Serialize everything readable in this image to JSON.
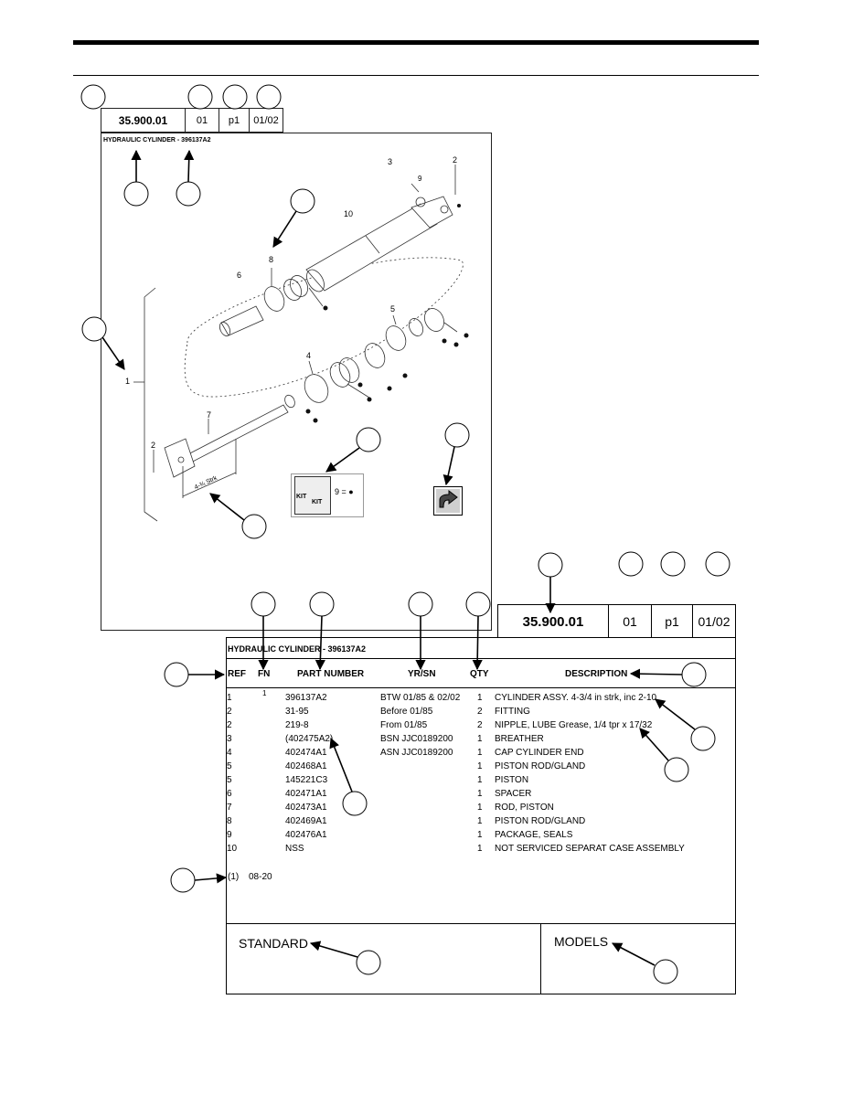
{
  "sheet": {
    "section_number": "35.900.01",
    "fields": [
      "01",
      "p1",
      "01/02"
    ],
    "title": "HYDRAULIC CYLINDER - 396137A2"
  },
  "diagram": {
    "part_labels": [
      {
        "id": "3",
        "text": "3"
      },
      {
        "id": "2a",
        "text": "2"
      },
      {
        "id": "9",
        "text": "9"
      },
      {
        "id": "10",
        "text": "10"
      },
      {
        "id": "8",
        "text": "8"
      },
      {
        "id": "6",
        "text": "6"
      },
      {
        "id": "5",
        "text": "5"
      },
      {
        "id": "4",
        "text": "4"
      },
      {
        "id": "1",
        "text": "1"
      },
      {
        "id": "7",
        "text": "7"
      },
      {
        "id": "2b",
        "text": "2"
      }
    ],
    "stroke_text": "4-¾ Strk",
    "kit_top": "KIT",
    "kit_bottom": "KIT",
    "kit_equation": "9 = ●"
  },
  "chart": {
    "section_number": "35.900.01",
    "fields": [
      "01",
      "p1",
      "01/02"
    ],
    "title": "HYDRAULIC CYLINDER - 396137A2",
    "headers": {
      "ref": "REF",
      "fn": "FN",
      "part": "PART NUMBER",
      "yrsn": "YR/SN",
      "qty": "QTY",
      "desc": "DESCRIPTION"
    },
    "rows": [
      {
        "ref": "1",
        "fn": "1",
        "part": "396137A2",
        "yrsn": "BTW 01/85 & 02/02",
        "qty": "1",
        "desc": "CYLINDER ASSY. 4-3/4 in strk, inc 2-10"
      },
      {
        "ref": "2",
        "fn": "",
        "part": "31-95",
        "yrsn": "Before 01/85",
        "qty": "2",
        "desc": "FITTING"
      },
      {
        "ref": "2",
        "fn": "",
        "part": "219-8",
        "yrsn": "From 01/85",
        "qty": "2",
        "desc": "NIPPLE, LUBE Grease, 1/4 tpr x 17/32"
      },
      {
        "ref": "3",
        "fn": "",
        "part": "(402475A2)",
        "yrsn": "",
        "qty": "1",
        "desc": "BREATHER"
      },
      {
        "ref": "4",
        "fn": "",
        "part": "402474A1",
        "yrsn": "",
        "qty": "1",
        "desc": "CAP CYLINDER END"
      },
      {
        "ref": "5",
        "fn": "",
        "part": "402468A1",
        "yrsn": "BSN JJC0189200",
        "qty": "1",
        "desc": "PISTON ROD/GLAND"
      },
      {
        "ref": "5",
        "fn": "",
        "part": "145221C3",
        "yrsn": "ASN JJC0189200",
        "qty": "1",
        "desc": "PISTON"
      },
      {
        "ref": "6",
        "fn": "",
        "part": "402471A1",
        "yrsn": "",
        "qty": "1",
        "desc": "SPACER"
      },
      {
        "ref": "7",
        "fn": "",
        "part": "402473A1",
        "yrsn": "",
        "qty": "1",
        "desc": "ROD, PISTON"
      },
      {
        "ref": "8",
        "fn": "",
        "part": "402469A1",
        "yrsn": "",
        "qty": "1",
        "desc": "PISTON ROD/GLAND"
      },
      {
        "ref": "9",
        "fn": "",
        "part": "402476A1",
        "yrsn": "",
        "qty": "1",
        "desc": "PACKAGE, SEALS"
      },
      {
        "ref": "10",
        "fn": "",
        "part": "NSS",
        "yrsn": "",
        "qty": "1",
        "desc": "NOT SERVICED SEPARAT CASE ASSEMBLY"
      }
    ],
    "footnote_ref": "(1)",
    "footnote_text": "08-20",
    "standard_label": "STANDARD",
    "models_label": "MODELS"
  }
}
